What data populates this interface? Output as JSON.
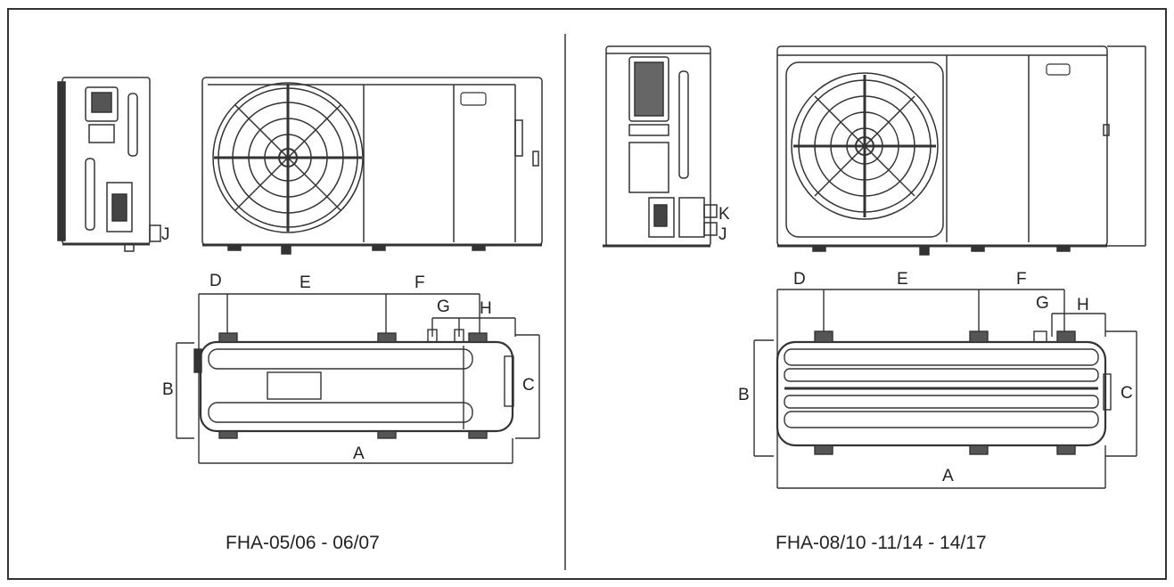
{
  "left": {
    "caption": "FHA-05/06 - 06/07",
    "side_label_j": "J",
    "dims": {
      "a": "A",
      "b": "B",
      "c": "C",
      "d": "D",
      "e": "E",
      "f": "F",
      "g": "G",
      "h": "H"
    }
  },
  "right": {
    "caption": "FHA-08/10 -11/14 - 14/17",
    "side_label_k": "K",
    "side_label_j": "J",
    "dims": {
      "a": "A",
      "b": "B",
      "c": "C",
      "d": "D",
      "e": "E",
      "f": "F",
      "g": "G",
      "h": "H"
    }
  }
}
